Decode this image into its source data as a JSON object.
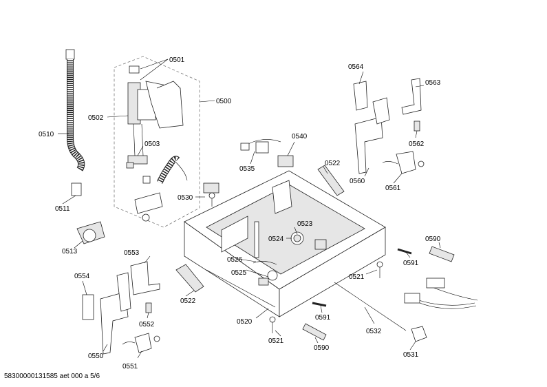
{
  "labels": {
    "p0500": "0500",
    "p0501": "0501",
    "p0502": "0502",
    "p0503": "0503",
    "p0510": "0510",
    "p0511": "0511",
    "p0513": "0513",
    "p0520": "0520",
    "p0521a": "0521",
    "p0521b": "0521",
    "p0522a": "0522",
    "p0522b": "0522",
    "p0523": "0523",
    "p0524": "0524",
    "p0525": "0525",
    "p0526": "0526",
    "p0530": "0530",
    "p0531": "0531",
    "p0532": "0532",
    "p0535": "0535",
    "p0540": "0540",
    "p0550": "0550",
    "p0551": "0551",
    "p0552": "0552",
    "p0553": "0553",
    "p0554": "0554",
    "p0560": "0560",
    "p0561": "0561",
    "p0562": "0562",
    "p0563": "0563",
    "p0564": "0564",
    "p0590a": "0590",
    "p0590b": "0590",
    "p0591a": "0591",
    "p0591b": "0591"
  },
  "footer": "58300000131585 aet 000 a 5/6"
}
